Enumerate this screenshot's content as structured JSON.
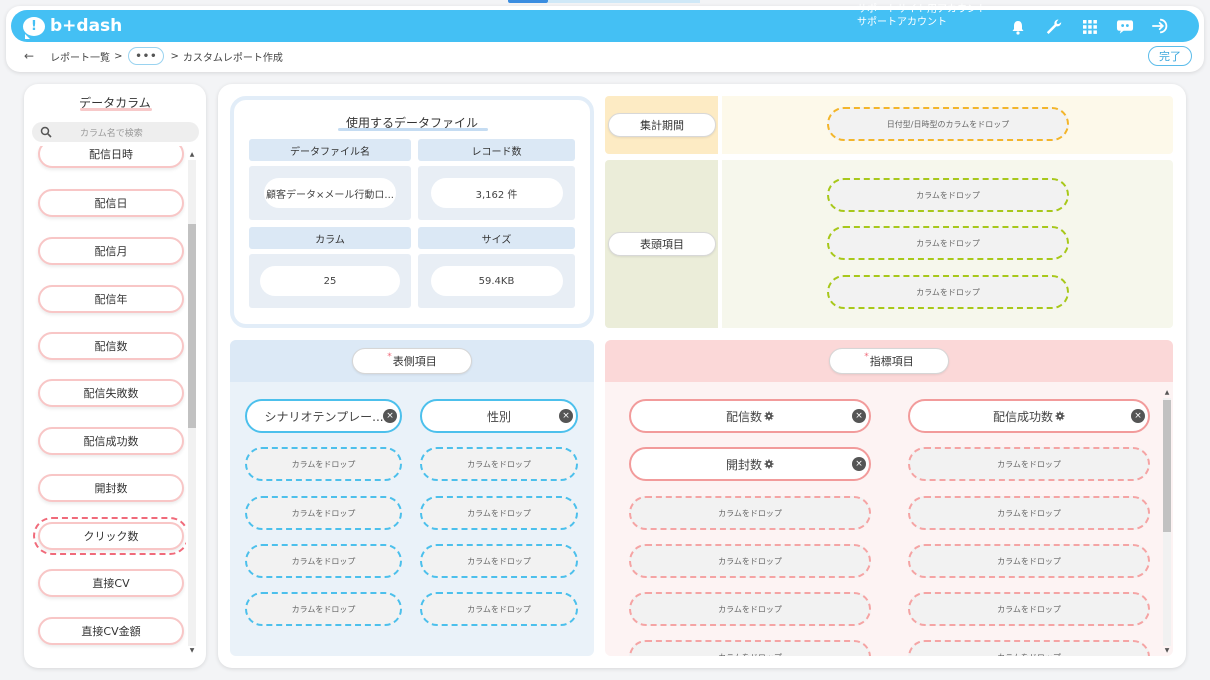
{
  "app": {
    "logo_text": "b+dash"
  },
  "account": {
    "line1": "サポートサイト用アカウント",
    "line2": "サポートアカウント"
  },
  "header_icons": [
    "bell-icon",
    "wrench-icon",
    "grid-icon",
    "chat-bot-icon",
    "logout-icon"
  ],
  "breadcrumb": {
    "back": "←",
    "item1": "レポート一覧",
    "sep": ">",
    "more": "•••",
    "current": "カスタムレポート作成"
  },
  "done_button": "完了",
  "column_panel": {
    "title": "データカラム",
    "search_placeholder": "カラム名で検索",
    "items": [
      "配信日時",
      "配信日",
      "配信月",
      "配信年",
      "配信数",
      "配信失敗数",
      "配信成功数",
      "開封数",
      "クリック数",
      "直接CV",
      "直接CV金額"
    ],
    "selected_item": "クリック数"
  },
  "data_file": {
    "title": "使用するデータファイル",
    "headers": {
      "name": "データファイル名",
      "records": "レコード数",
      "columns": "カラム",
      "size": "サイズ"
    },
    "values": {
      "name": "顧客データ×メール行動ロ...",
      "records": "3,162 件",
      "columns": "25",
      "size": "59.4KB"
    }
  },
  "period": {
    "label": "集計期間",
    "drop_text": "日付型/日時型のカラムをドロップ"
  },
  "header_items": {
    "label": "表頭項目",
    "drop_text": "カラムをドロップ"
  },
  "row_items": {
    "label": "表側項目",
    "required_mark": "*",
    "filled": [
      "シナリオテンプレー...",
      "性別"
    ],
    "drop_text": "カラムをドロップ"
  },
  "metric_items": {
    "label": "指標項目",
    "required_mark": "*",
    "filled": [
      "配信数",
      "配信成功数",
      "開封数"
    ],
    "drop_text": "カラムをドロップ"
  },
  "remove_symbol": "×",
  "scroll": {
    "up": "▲",
    "down": "▼"
  },
  "colors": {
    "header": "#44c0f4",
    "period_zone": "#fdebc4",
    "header_zone": "#ebedd9",
    "row_zone": "#dce9f6",
    "metric_zone": "#fbd8d8",
    "accent_red": "#f06a7a"
  }
}
